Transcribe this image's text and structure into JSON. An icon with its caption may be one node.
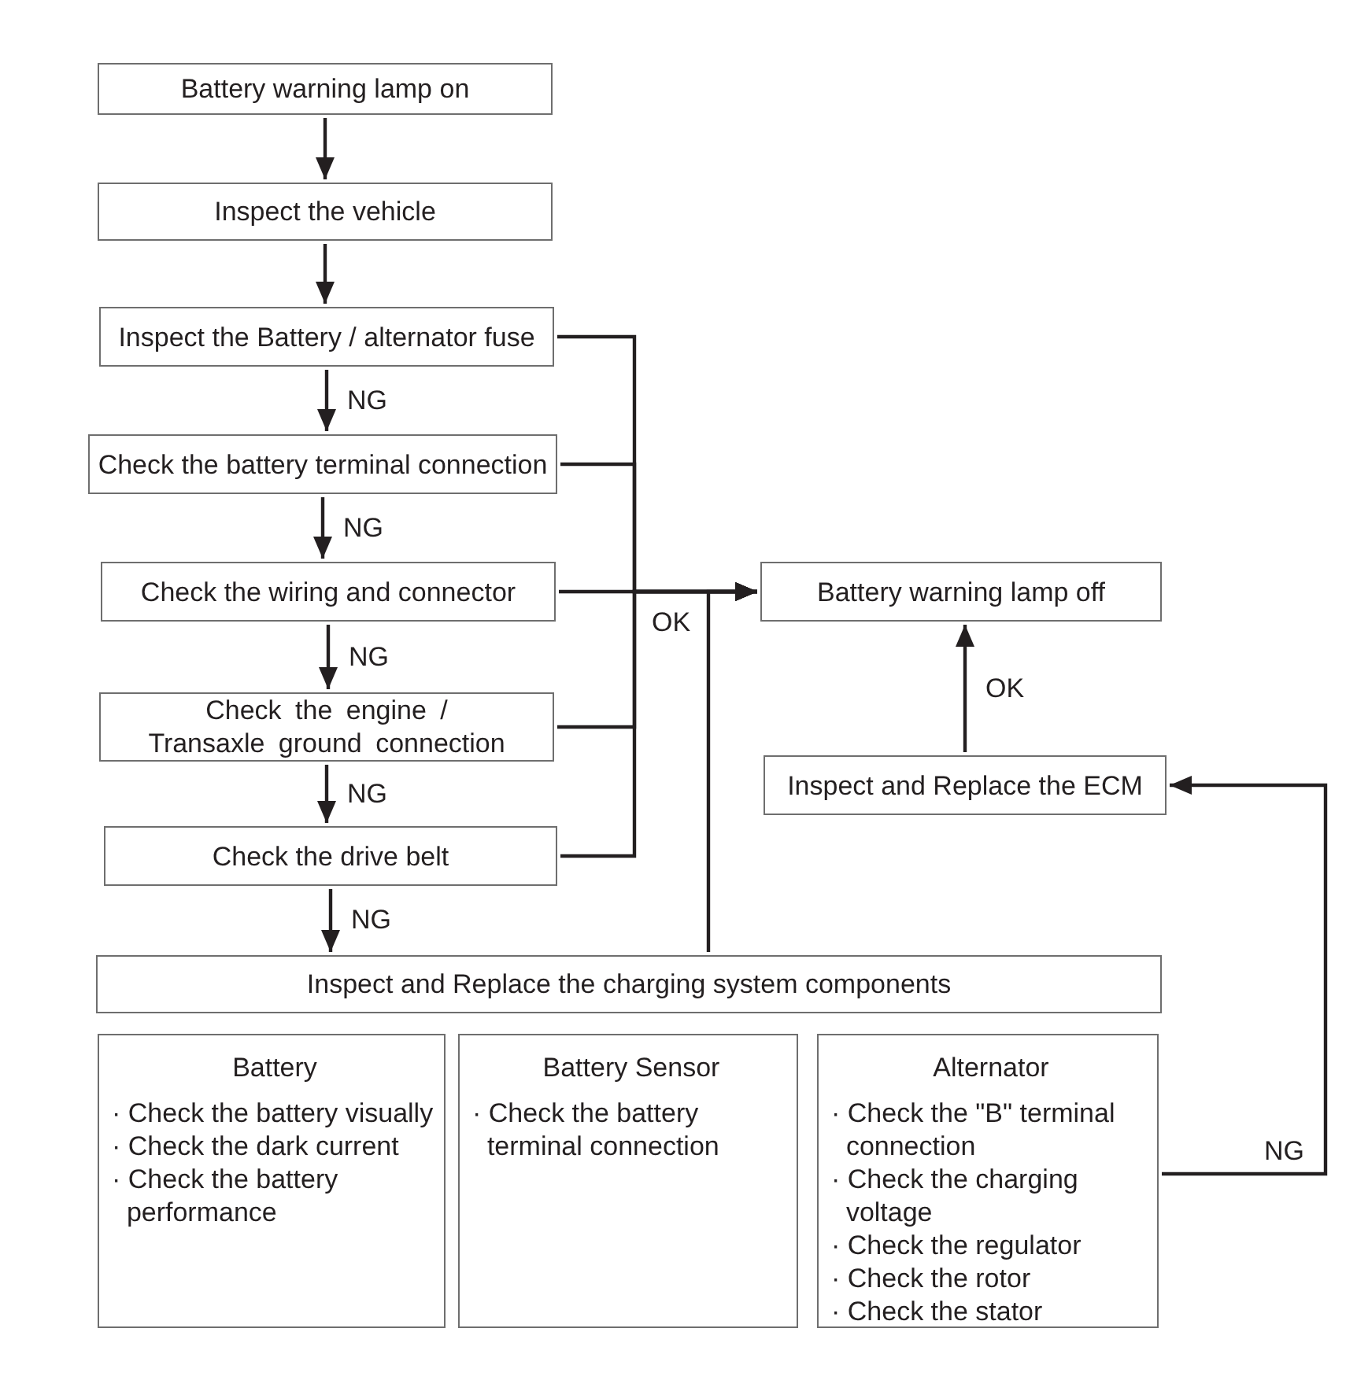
{
  "diagram": {
    "nodes": [
      {
        "text": [
          "Battery warning lamp on"
        ]
      },
      {
        "text": [
          "Inspect the vehicle"
        ]
      },
      {
        "text": [
          "Inspect the Battery / alternator fuse"
        ]
      },
      {
        "text": [
          "Check the battery terminal connection"
        ]
      },
      {
        "text": [
          "Check the wiring and connector"
        ]
      },
      {
        "text": [
          "Check the engine / Transaxle ground connection"
        ]
      },
      {
        "text": [
          "Check the drive belt"
        ]
      },
      {
        "text": [
          "Inspect and Replace the charging system components"
        ]
      },
      {
        "text": [
          "Battery",
          "· Check the battery visually",
          "· Check the dark current",
          "· Check the battery performance"
        ]
      },
      {
        "text": [
          "Battery Sensor",
          "· Check the battery terminal connection"
        ]
      },
      {
        "text": [
          "Alternator",
          "· Check the \"B\" terminal connection",
          "· Check the charging voltage",
          "· Check the regulator",
          "· Check the rotor",
          "· Check the stator"
        ]
      },
      {
        "text": [
          "Battery warning lamp off"
        ]
      },
      {
        "text": [
          "Inspect and Replace the ECM"
        ]
      }
    ],
    "edges": [
      {
        "from": 0,
        "to": 1,
        "arrow": "to"
      },
      {
        "from": 1,
        "to": 2,
        "arrow": "to"
      },
      {
        "from": 2,
        "to": 3,
        "arrow": "to",
        "label": "NG"
      },
      {
        "from": 3,
        "to": 4,
        "arrow": "to",
        "label": "NG"
      },
      {
        "from": 4,
        "to": 5,
        "arrow": "to",
        "label": "NG"
      },
      {
        "from": 5,
        "to": 6,
        "arrow": "to",
        "label": "NG"
      },
      {
        "from": 6,
        "to": 7,
        "arrow": "to",
        "label": "NG"
      },
      {
        "from": 2,
        "to": 11,
        "arrow": "to"
      },
      {
        "from": 3,
        "to": 11,
        "arrow": "to"
      },
      {
        "from": 4,
        "to": 11,
        "arrow": "to",
        "label": "OK"
      },
      {
        "from": 5,
        "to": 11,
        "arrow": "to"
      },
      {
        "from": 6,
        "to": 11,
        "arrow": "to"
      },
      {
        "from": 7,
        "to": 11,
        "arrow": "to"
      },
      {
        "from": 12,
        "to": 11,
        "arrow": "to",
        "label": "OK"
      },
      {
        "from": 10,
        "to": 12,
        "arrow": "to",
        "label": "NG"
      }
    ]
  }
}
